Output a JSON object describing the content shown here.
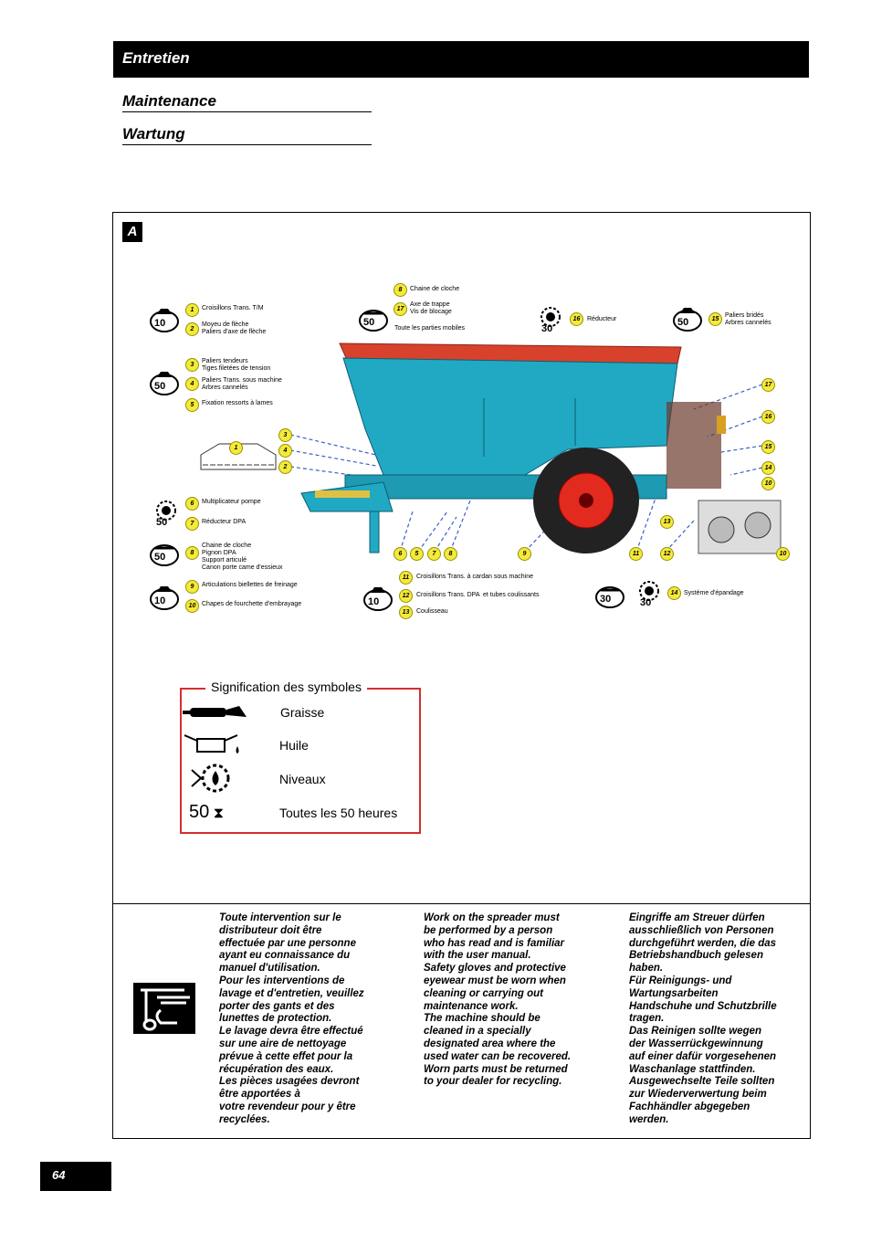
{
  "header": {
    "title": "Entretien",
    "subtitle_en": "Maintenance",
    "subtitle_de": "Wartung"
  },
  "figure": {
    "badge": "A",
    "top_center": {
      "items": [
        {
          "n": "8",
          "text": "Chaine de cloche"
        },
        {
          "n": "17",
          "text": "Axe de trappe\nVis de blocage"
        }
      ],
      "note": "Toute les parties mobiles",
      "icon_hours": "50"
    },
    "top_gear": {
      "items": [
        {
          "n": "16",
          "text": "Réducteur"
        }
      ],
      "icon_hours": "30"
    },
    "top_right": {
      "items": [
        {
          "n": "15",
          "text": "Paliers bridés\nArbres cannelés"
        }
      ],
      "icon_hours": "50"
    },
    "left_groups": [
      {
        "icon_hours": "10",
        "items": [
          {
            "n": "1",
            "text": "Croisillons Trans. T/M"
          },
          {
            "n": "2",
            "text": "Moyeu de flèche\nPaliers d'axe de flèche"
          }
        ]
      },
      {
        "icon_hours": "50",
        "items": [
          {
            "n": "3",
            "text": "Paliers tendeurs\nTiges filetées de tension"
          },
          {
            "n": "4",
            "text": "Paliers Trans. sous machine\nArbres cannelés"
          },
          {
            "n": "5",
            "text": "Fixation ressorts à lames"
          }
        ]
      },
      {
        "icon_hours": "50",
        "items": [
          {
            "n": "6",
            "text": "Multiplicateur pompe"
          },
          {
            "n": "7",
            "text": "Réducteur DPA"
          }
        ]
      },
      {
        "icon_hours": "50",
        "items": [
          {
            "n": "8",
            "text": "Chaine de cloche\nPignon DPA\nSupport articulé\nCanon porte came d'essieux"
          }
        ]
      },
      {
        "icon_hours": "10",
        "items": [
          {
            "n": "9",
            "text": "Articulations biellettes de freinage"
          },
          {
            "n": "10",
            "text": "Chapes de fourchette d'embrayage"
          }
        ]
      }
    ],
    "bottom_center": {
      "icon_hours": "10",
      "items": [
        {
          "n": "11",
          "text": "Croisillons Trans. à cardan sous machine"
        },
        {
          "n": "12",
          "text": "Croisillons Trans. DPA  et tubes coulissants"
        },
        {
          "n": "13",
          "text": "Coulisseau"
        }
      ]
    },
    "bottom_right": {
      "icon_hours_a": "30",
      "icon_hours_b": "30",
      "items": [
        {
          "n": "14",
          "text": "Système d'épandage"
        }
      ]
    },
    "callouts_around_machine": [
      "3",
      "4",
      "2",
      "1",
      "6",
      "5",
      "7",
      "8",
      "9",
      "11",
      "12",
      "10",
      "13",
      "17",
      "16",
      "15",
      "14",
      "10"
    ]
  },
  "legend": {
    "title": "Signification des symboles",
    "rows": [
      {
        "icon": "grease-gun-icon",
        "label": "Graisse"
      },
      {
        "icon": "oil-can-icon",
        "label": "Huile"
      },
      {
        "icon": "level-gear-icon",
        "label": "Niveaux"
      },
      {
        "icon": "hours-icon",
        "hours": "50",
        "label": "Toutes les 50 heures"
      }
    ]
  },
  "safety": {
    "fr": "Toute intervention sur le\ndistributeur doit être\neffectuée par une personne\nayant eu connaissance du\nmanuel d'utilisation.\nPour les interventions de\nlavage et d'entretien, veuillez\nporter des gants et des\nlunettes de protection.\nLe lavage devra être effectué\nsur une aire de nettoyage\nprévue à cette effet pour la\nrécupération des eaux.\nLes pièces usagées devront\nêtre apportées à\nvotre revendeur pour y être\nrecyclées.",
    "en": "Work on the spreader must\nbe performed by a person\nwho has read and is familiar\nwith the user manual.\nSafety gloves and protective\neyewear must be worn when\ncleaning or carrying out\nmaintenance work.\nThe machine should be\ncleaned in a specially\ndesignated area where the\nused water can be recovered.\nWorn parts must be returned\nto your dealer for recycling.",
    "de": "Eingriffe am Streuer dürfen\nausschließlich von Personen\ndurchgeführt werden, die das\nBetriebshandbuch gelesen\nhaben.\nFür Reinigungs- und\nWartungsarbeiten\nHandschuhe und Schutzbrille\ntragen.\nDas Reinigen sollte wegen\nder Wasserrückgewinnung\nauf einer dafür vorgesehenen\nWaschanlage stattfinden.\nAusgewechselte Teile sollten\nzur Wiederverwertung beim\nFachhändler abgegeben\nwerden."
  },
  "footer": {
    "page_number": "64"
  },
  "colors": {
    "machine_body": "#21a9c4",
    "cover": "#d8412b",
    "wheel_rim": "#e22a1f",
    "callout": "#f4ea3a",
    "legend_border": "#d32f2f"
  }
}
